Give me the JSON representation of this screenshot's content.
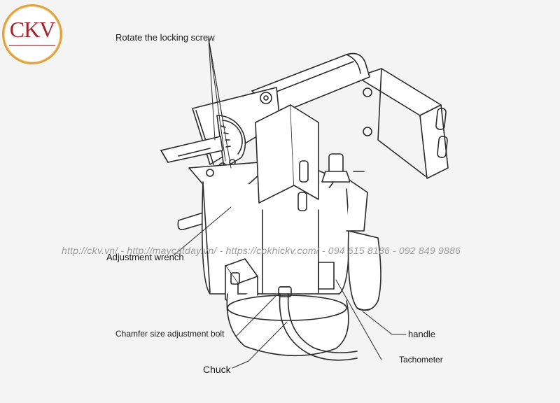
{
  "logo": {
    "text": "CKV"
  },
  "watermark": "http://ckv.vn/ - http://maycatday.vn/ - https://cokhickv.com/ - 094 615 8186 - 092 849 9886",
  "labels": {
    "locking_screw": "Rotate the locking screw",
    "adjustment_wrench": "Adjustment wrench",
    "chamfer_bolt": "Chamfer size adjustment bolt",
    "chuck": "Chuck",
    "handle": "handle",
    "tachometer": "Tachometer"
  },
  "colors": {
    "line": "#2a2a2a",
    "brand_red": "#a3242a",
    "brand_gold": "#e0a23c",
    "watermark": "#9c9c9c"
  }
}
